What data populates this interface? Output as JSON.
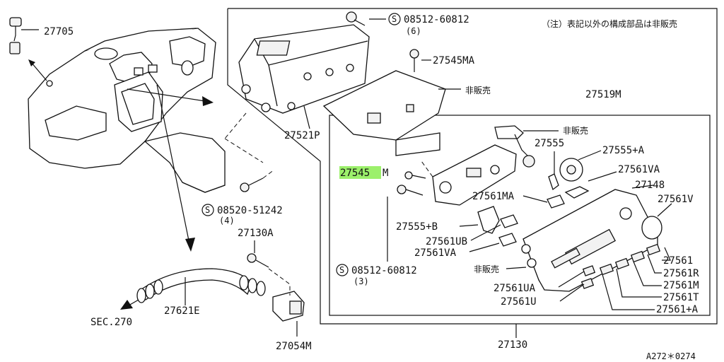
{
  "note": "（注）表記以外の構成部品は非販売",
  "reference_code": "A272＊0274",
  "highlight_color": "#9cf06b",
  "screw_symbol": "S",
  "labels": {
    "p27705": "27705",
    "p08512_top": "08512-60812",
    "p08512_top_qty": "(6)",
    "p27545MA": "27545MA",
    "hihanbai_1": "非販売",
    "p27519M": "27519M",
    "p27521P": "27521P",
    "hihanbai_2": "非販売",
    "p27555": "27555",
    "p27555A": "27555+A",
    "p27545_hl": "27545",
    "p27545_suffix": "M",
    "p27561VA_r": "27561VA",
    "p27561MA": "27561MA",
    "p27148": "27148",
    "p27561V": "27561V",
    "p08520": "08520-51242",
    "p08520_qty": "(4)",
    "p27130A": "27130A",
    "p27555B": "27555+B",
    "p27561UB": "27561UB",
    "p27561VA_l": "27561VA",
    "p08512_bot": "08512-60812",
    "p08512_bot_qty": "(3)",
    "hihanbai_3": "非販売",
    "p27561": "27561",
    "p27561R": "27561R",
    "p27561M": "27561M",
    "p27561T": "27561T",
    "p27561UA": "27561UA",
    "p27561U": "27561U",
    "p27561A": "27561+A",
    "p27621E": "27621E",
    "sec270": "SEC.270",
    "p27130": "27130",
    "p27054M": "27054M"
  }
}
